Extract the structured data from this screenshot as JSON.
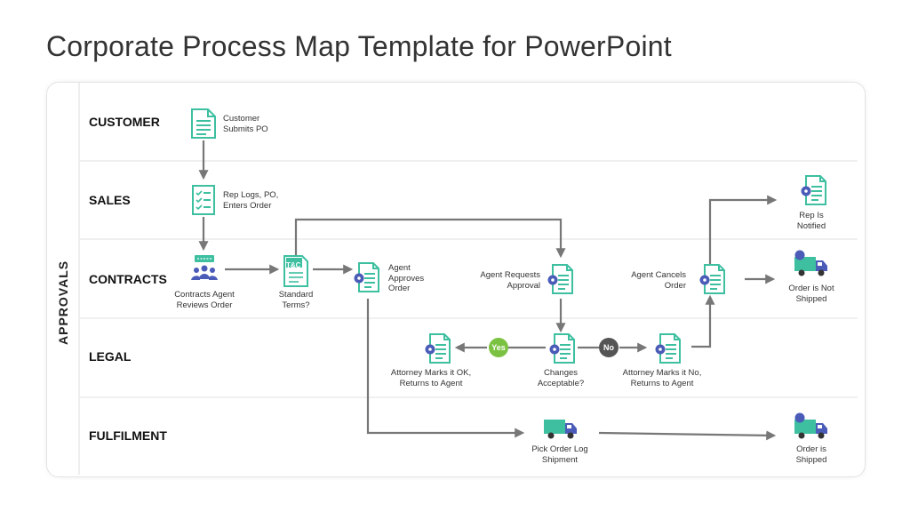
{
  "title": "Corporate Process Map Template for PowerPoint",
  "side_label": "APPROVALS",
  "lanes": [
    "CUSTOMER",
    "SALES",
    "CONTRACTS",
    "LEGAL",
    "FULFILMENT"
  ],
  "nodes": {
    "customer_submits": "Customer\nSubmits PO",
    "rep_logs": "Rep Logs, PO,\nEnters Order",
    "contracts_agent": "Contracts Agent\nReviews Order",
    "tc_icon_text": "T&C",
    "standard_terms": "Standard\nTerms?",
    "agent_approves": "Agent\nApproves\nOrder",
    "agent_requests": "Agent Requests\nApproval",
    "agent_cancels": "Agent Cancels\nOrder",
    "rep_notified": "Rep Is\nNotified",
    "order_not_shipped": "Order is Not\nShipped",
    "attorney_ok": "Attorney Marks it OK,\nReturns to Agent",
    "changes_acceptable": "Changes\nAcceptable?",
    "attorney_no": "Attorney Marks it No,\nReturns to Agent",
    "pick_order": "Pick Order Log\nShipment",
    "order_shipped": "Order is\nShipped"
  },
  "badges": {
    "yes": "Yes",
    "no": "No"
  },
  "colors": {
    "teal": "#3dbfa0",
    "indigo": "#4a5bb8",
    "arrow": "#777777",
    "yes": "#7cc242",
    "no": "#555555"
  }
}
